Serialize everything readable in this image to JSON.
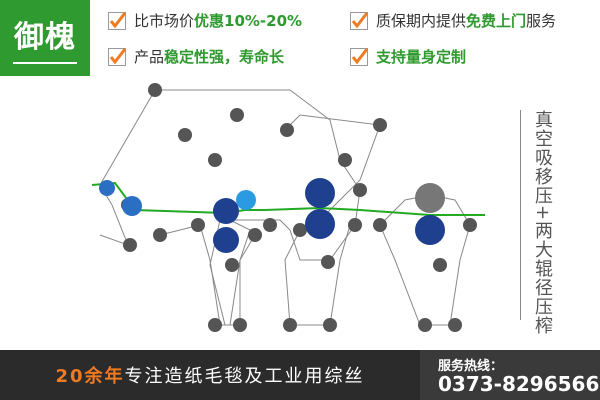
{
  "logo": {
    "text": "御槐"
  },
  "features": [
    {
      "prefix": "比市场价",
      "highlight": "优惠10%-20%",
      "suffix": ""
    },
    {
      "prefix": "质保期内提供",
      "highlight": "免费上门",
      "suffix": "服务"
    },
    {
      "prefix": "产品",
      "highlight": "稳定性强，寿命长",
      "suffix": ""
    },
    {
      "prefix": "",
      "highlight": "支持量身定制",
      "suffix": ""
    }
  ],
  "side_title": "真空吸移压+两大辊径压榨",
  "footer": {
    "years": "20余年",
    "slogan": "专注造纸毛毯及工业用综丝",
    "hotline_label": "服务热线：",
    "hotline_number": "0373-8296566"
  },
  "colors": {
    "brand_green": "#2f9a2f",
    "accent_orange": "#f07a1f",
    "roll_dark_blue": "#1f3f8f",
    "roll_light_blue": "#2a9be0",
    "roll_gray": "#555555",
    "sheet_green": "#22aa22"
  }
}
